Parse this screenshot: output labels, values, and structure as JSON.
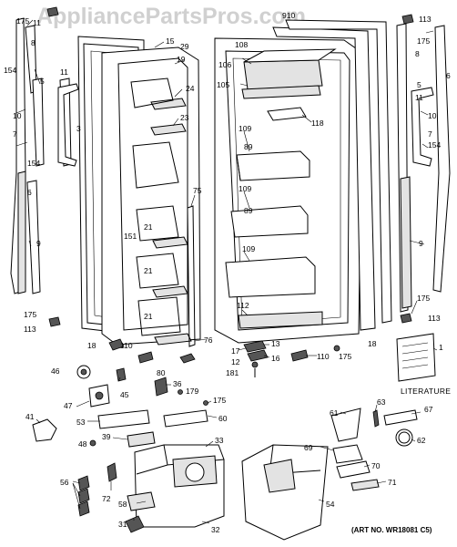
{
  "watermark": "AppliancePartsPros.com",
  "art_number": "(ART NO. WR18081 C5)",
  "literature_label": "LITERATURE",
  "callouts": [
    {
      "id": "c175a",
      "text": "175"
    },
    {
      "id": "c11a",
      "text": "11"
    },
    {
      "id": "c8a",
      "text": "8"
    },
    {
      "id": "c154a",
      "text": "154"
    },
    {
      "id": "c5a",
      "text": "5"
    },
    {
      "id": "c11b",
      "text": "11"
    },
    {
      "id": "c10a",
      "text": "10"
    },
    {
      "id": "c7a",
      "text": "7"
    },
    {
      "id": "c3",
      "text": "3"
    },
    {
      "id": "c154b",
      "text": "154"
    },
    {
      "id": "c6a",
      "text": "6"
    },
    {
      "id": "c9a",
      "text": "9"
    },
    {
      "id": "c175b",
      "text": "175"
    },
    {
      "id": "c113a",
      "text": "113"
    },
    {
      "id": "c15",
      "text": "15"
    },
    {
      "id": "c29",
      "text": "29"
    },
    {
      "id": "c19",
      "text": "19"
    },
    {
      "id": "c24",
      "text": "24"
    },
    {
      "id": "c23",
      "text": "23"
    },
    {
      "id": "c75",
      "text": "75"
    },
    {
      "id": "c151",
      "text": "151"
    },
    {
      "id": "c21a",
      "text": "21"
    },
    {
      "id": "c21b",
      "text": "21"
    },
    {
      "id": "c21c",
      "text": "21"
    },
    {
      "id": "c18a",
      "text": "18"
    },
    {
      "id": "c110a",
      "text": "110"
    },
    {
      "id": "c76",
      "text": "76"
    },
    {
      "id": "c80",
      "text": "80"
    },
    {
      "id": "c910",
      "text": "910"
    },
    {
      "id": "c108",
      "text": "108"
    },
    {
      "id": "c106",
      "text": "106"
    },
    {
      "id": "c105",
      "text": "105"
    },
    {
      "id": "c118",
      "text": "118"
    },
    {
      "id": "c109a",
      "text": "109"
    },
    {
      "id": "c89a",
      "text": "89"
    },
    {
      "id": "c109b",
      "text": "109"
    },
    {
      "id": "c89b",
      "text": "89"
    },
    {
      "id": "c109c",
      "text": "109"
    },
    {
      "id": "c112",
      "text": "112"
    },
    {
      "id": "c18b",
      "text": "18"
    },
    {
      "id": "c13",
      "text": "13"
    },
    {
      "id": "c17",
      "text": "17"
    },
    {
      "id": "c16",
      "text": "16"
    },
    {
      "id": "c12",
      "text": "12"
    },
    {
      "id": "c181",
      "text": "181"
    },
    {
      "id": "c110b",
      "text": "110"
    },
    {
      "id": "c175c",
      "text": "175"
    },
    {
      "id": "c113b",
      "text": "113"
    },
    {
      "id": "c175d",
      "text": "175"
    },
    {
      "id": "c8b",
      "text": "8"
    },
    {
      "id": "c6b",
      "text": "6"
    },
    {
      "id": "c5b",
      "text": "5"
    },
    {
      "id": "c11c",
      "text": "11"
    },
    {
      "id": "c10b",
      "text": "10"
    },
    {
      "id": "c7b",
      "text": "7"
    },
    {
      "id": "c154c",
      "text": "154"
    },
    {
      "id": "c9b",
      "text": "9"
    },
    {
      "id": "c175e",
      "text": "175"
    },
    {
      "id": "c113c",
      "text": "113"
    },
    {
      "id": "c1",
      "text": "1"
    },
    {
      "id": "c46",
      "text": "46"
    },
    {
      "id": "c45",
      "text": "45"
    },
    {
      "id": "c47",
      "text": "47"
    },
    {
      "id": "c36",
      "text": "36"
    },
    {
      "id": "c179",
      "text": "179"
    },
    {
      "id": "c175f",
      "text": "175"
    },
    {
      "id": "c41",
      "text": "41"
    },
    {
      "id": "c53",
      "text": "53"
    },
    {
      "id": "c60",
      "text": "60"
    },
    {
      "id": "c39",
      "text": "39"
    },
    {
      "id": "c48",
      "text": "48"
    },
    {
      "id": "c33",
      "text": "33"
    },
    {
      "id": "c56",
      "text": "56"
    },
    {
      "id": "c72",
      "text": "72"
    },
    {
      "id": "c58",
      "text": "58"
    },
    {
      "id": "c31",
      "text": "31"
    },
    {
      "id": "c32",
      "text": "32"
    },
    {
      "id": "c54",
      "text": "54"
    },
    {
      "id": "c61",
      "text": "61"
    },
    {
      "id": "c63",
      "text": "63"
    },
    {
      "id": "c67",
      "text": "67"
    },
    {
      "id": "c62",
      "text": "62"
    },
    {
      "id": "c69",
      "text": "69"
    },
    {
      "id": "c70",
      "text": "70"
    },
    {
      "id": "c71",
      "text": "71"
    }
  ]
}
